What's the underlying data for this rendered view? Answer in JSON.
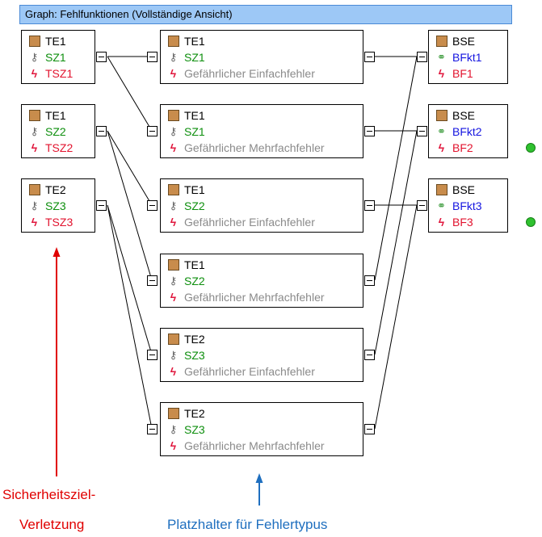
{
  "window": {
    "title": "Graph: Fehlfunktionen (Vollständige Ansicht)"
  },
  "left_nodes": [
    {
      "element": "TE1",
      "goal": "SZ1",
      "violation": "TSZ1"
    },
    {
      "element": "TE1",
      "goal": "SZ2",
      "violation": "TSZ2"
    },
    {
      "element": "TE2",
      "goal": "SZ3",
      "violation": "TSZ3"
    }
  ],
  "middle_nodes": [
    {
      "element": "TE1",
      "goal": "SZ1",
      "fault": "Gefährlicher Einfachfehler"
    },
    {
      "element": "TE1",
      "goal": "SZ1",
      "fault": "Gefährlicher Mehrfachfehler"
    },
    {
      "element": "TE1",
      "goal": "SZ2",
      "fault": "Gefährlicher Einfachfehler"
    },
    {
      "element": "TE1",
      "goal": "SZ2",
      "fault": "Gefährlicher Mehrfachfehler"
    },
    {
      "element": "TE2",
      "goal": "SZ3",
      "fault": "Gefährlicher Einfachfehler"
    },
    {
      "element": "TE2",
      "goal": "SZ3",
      "fault": "Gefährlicher Mehrfachfehler"
    }
  ],
  "right_nodes": [
    {
      "element": "BSE",
      "function": "BFkt1",
      "failure": "BF1",
      "status": ""
    },
    {
      "element": "BSE",
      "function": "BFkt2",
      "failure": "BF2",
      "status": "green"
    },
    {
      "element": "BSE",
      "function": "BFkt3",
      "failure": "BF3",
      "status": "green"
    }
  ],
  "annotations": {
    "left_caption_line1": "Sicherheitsziel-",
    "left_caption_line2": "Verletzung",
    "middle_caption": "Platzhalter für Fehlertypus"
  },
  "colors": {
    "red_arrow": "#e00000",
    "blue_arrow": "#1f6fbf",
    "status_ok": "#2fc12f",
    "title_bar": "#9dc8f6"
  },
  "icons": {
    "element": "element-square-icon",
    "goal": "safety-goal-icon",
    "violation": "violation-icon",
    "function": "function-icon",
    "failure": "failure-bolt-icon"
  }
}
